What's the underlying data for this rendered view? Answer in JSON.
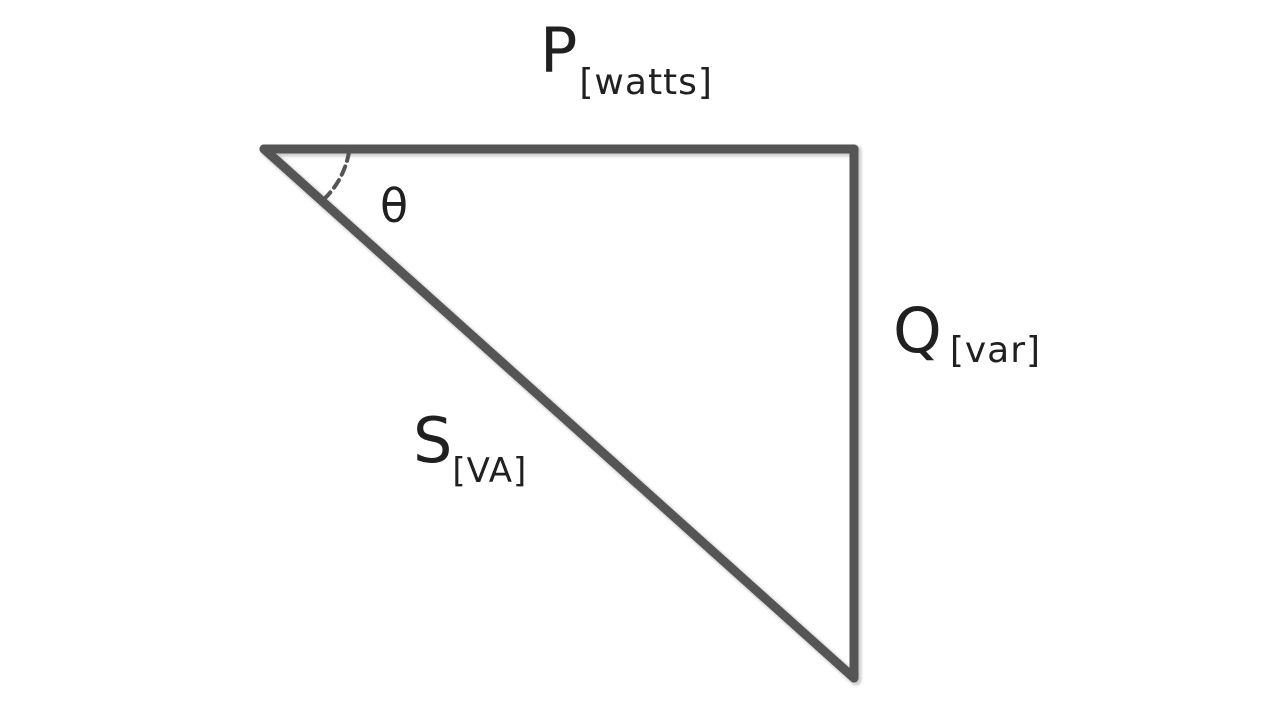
{
  "labels": {
    "p_symbol": "P",
    "p_unit": "[watts]",
    "q_symbol": "Q",
    "q_unit": "[var]",
    "s_symbol": "S",
    "s_unit": "[VA]",
    "angle_symbol": "θ"
  },
  "colors": {
    "stroke": "#555555",
    "text": "#202020",
    "background": "#ffffff"
  }
}
